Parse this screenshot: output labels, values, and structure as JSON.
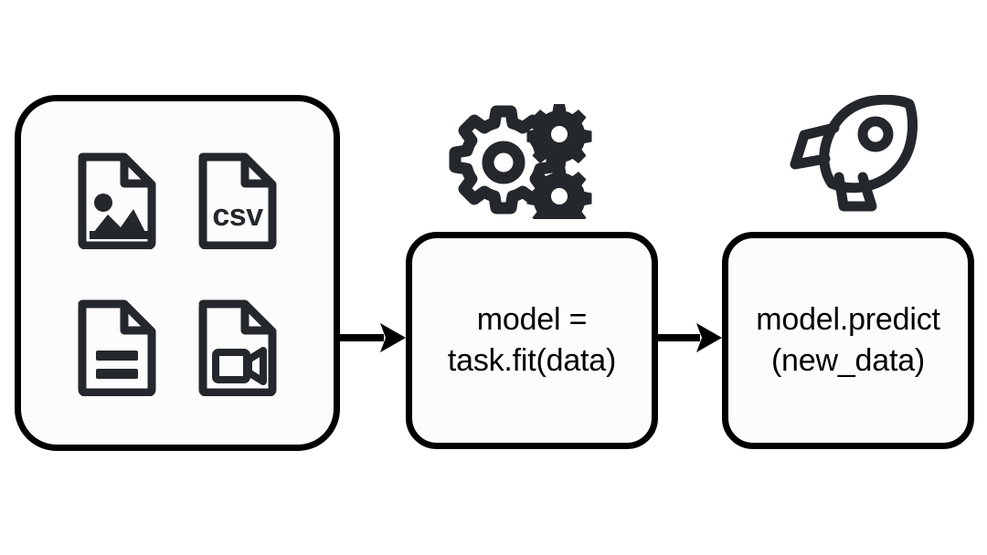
{
  "diagram": {
    "title": "ML workflow: multimodal inputs to model fit to prediction",
    "colors": {
      "stroke": "#000000",
      "icon": "#24282d",
      "box_fill": "#fcfcfc",
      "background": "#ffffff"
    },
    "nodes": [
      {
        "id": "input-box",
        "name": "input-data-box",
        "label": "",
        "icons": [
          {
            "name": "image-file-icon",
            "label": "image file"
          },
          {
            "name": "csv-file-icon",
            "label": "CSV file",
            "text": "csv"
          },
          {
            "name": "text-file-icon",
            "label": "text document file"
          },
          {
            "name": "video-file-icon",
            "label": "video file"
          }
        ]
      },
      {
        "id": "fit-box",
        "name": "model-fit-box",
        "label": "model =\ntask.fit(data)"
      },
      {
        "id": "predict-box",
        "name": "model-predict-box",
        "label": "model.predict\n(new_data)"
      }
    ],
    "decorations": [
      {
        "name": "gears-icon",
        "label": "gears / processing",
        "count": 3
      },
      {
        "name": "rocket-icon",
        "label": "rocket / deploy",
        "count": 1
      }
    ],
    "arrows": [
      {
        "name": "arrow-input-to-fit",
        "from": "input-box",
        "to": "fit-box"
      },
      {
        "name": "arrow-fit-to-predict",
        "from": "fit-box",
        "to": "predict-box"
      }
    ]
  }
}
